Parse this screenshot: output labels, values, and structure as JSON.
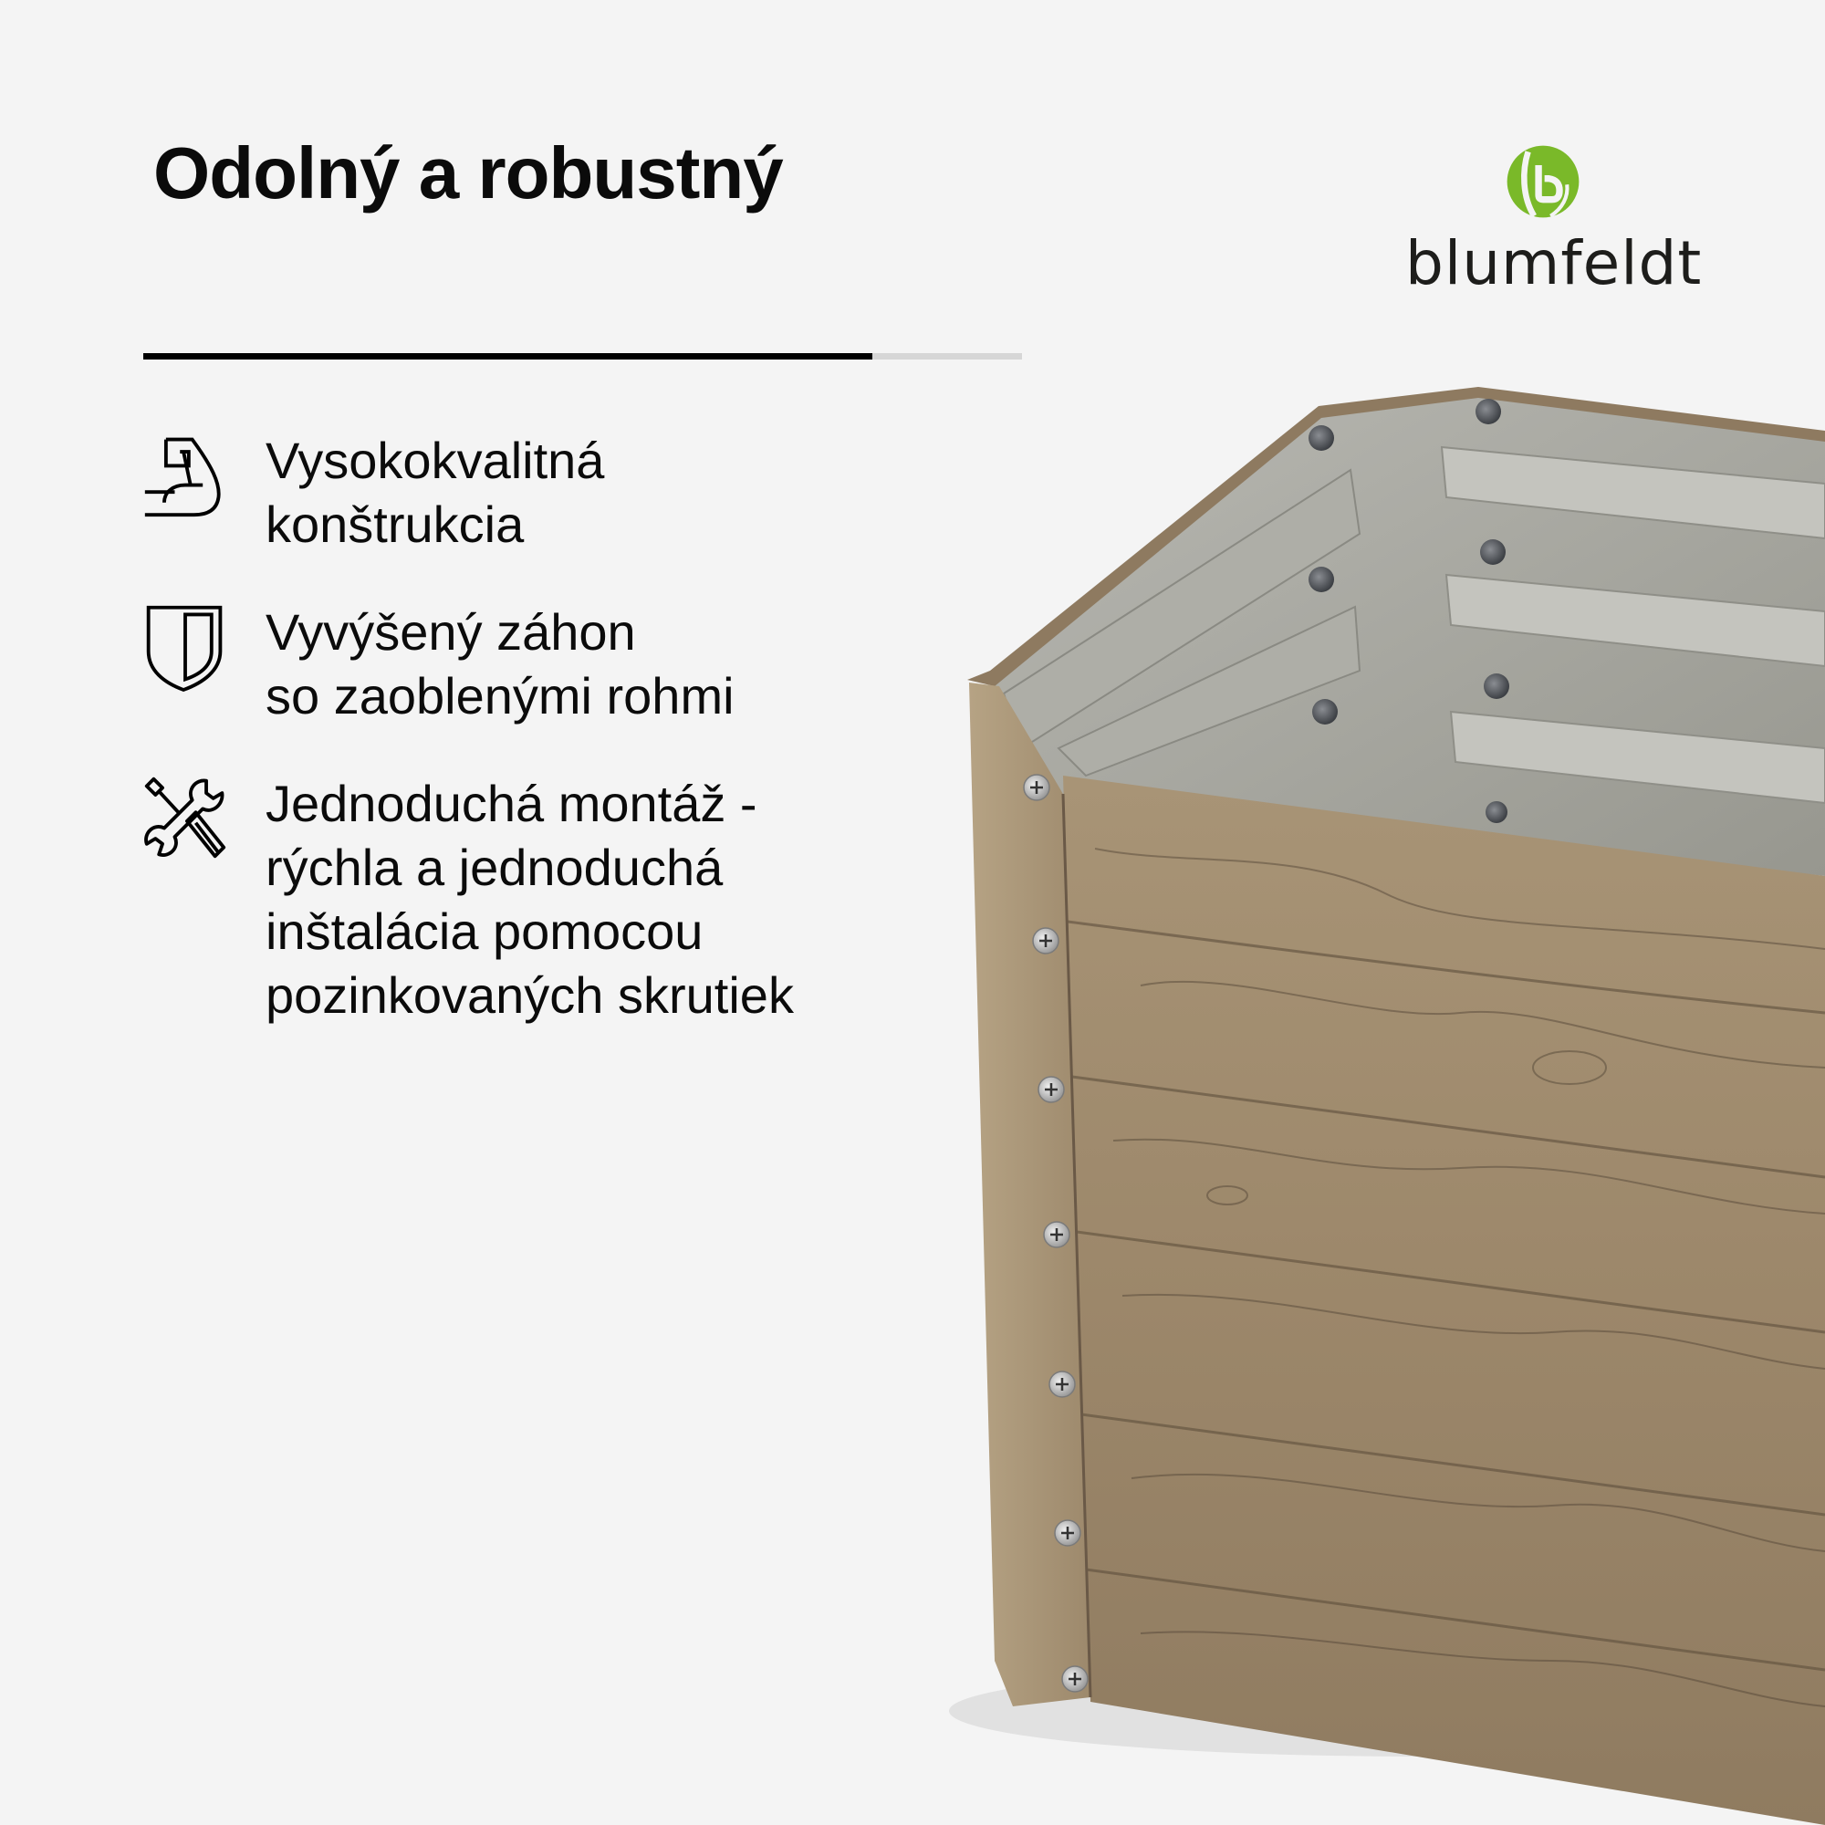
{
  "header": {
    "title": "Odolný a robustný"
  },
  "brand": {
    "name": "blumfeldt",
    "logo_icon": "blumfeldt-b-leaf-icon",
    "logo_color": "#7ab929",
    "wordmark_color": "#1d1d1b"
  },
  "progress": {
    "filled_percent": 83,
    "fill_color": "#000000",
    "track_color": "#d6d6d6"
  },
  "features": [
    {
      "icon": "flexed-arm-strength-icon",
      "lines": [
        "Vysokokvalitná",
        "konštrukcia"
      ]
    },
    {
      "icon": "shield-icon",
      "lines": [
        "Vyvýšený záhon",
        "so zaoblenými rohmi"
      ]
    },
    {
      "icon": "wrench-screwdriver-icon",
      "lines": [
        "Jednoduchá montáž -",
        "rýchla a jednoduchá",
        "inštalácia pomocou",
        "pozinkovaných skrutiek"
      ]
    }
  ],
  "product_image": {
    "description": "Raised garden bed with wood-grain finish and grey corrugated metal interior, rounded corners, galvanized screws",
    "wood_color": "#a38f72",
    "interior_color": "#a3a39c"
  }
}
